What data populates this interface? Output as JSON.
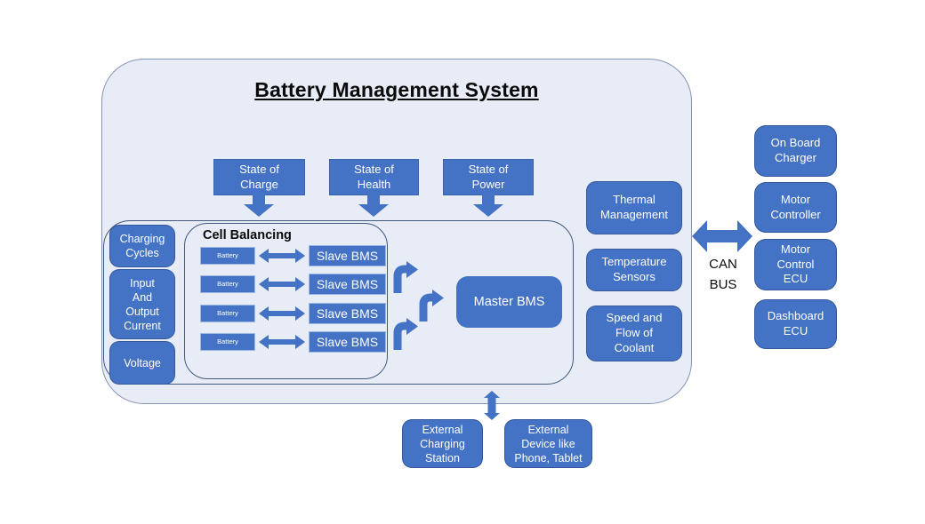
{
  "title": "Battery Management System",
  "colors": {
    "node_fill": "#4472C4",
    "node_text": "#FFFFFF",
    "panel_fill": "#E7ECF6",
    "panel_border": "#8493B5",
    "inner_border": "#44597E",
    "arrow": "#4472C4",
    "text_dark": "#0B0B0B"
  },
  "top_inputs": [
    {
      "label": "State of\nCharge"
    },
    {
      "label": "State of\nHealth"
    },
    {
      "label": "State of\nPower"
    }
  ],
  "left_inputs": [
    {
      "label": "Charging\nCycles"
    },
    {
      "label": "Input\nAnd\nOutput\nCurrent"
    },
    {
      "label": "Voltage"
    }
  ],
  "cell_balancing": {
    "title": "Cell Balancing",
    "rows": [
      {
        "battery": "Battery",
        "slave": "Slave BMS"
      },
      {
        "battery": "Battery",
        "slave": "Slave BMS"
      },
      {
        "battery": "Battery",
        "slave": "Slave BMS"
      },
      {
        "battery": "Battery",
        "slave": "Slave BMS"
      }
    ]
  },
  "master": {
    "label": "Master BMS"
  },
  "right_modules": [
    {
      "label": "Thermal\nManagement"
    },
    {
      "label": "Temperature\nSensors"
    },
    {
      "label": "Speed and\nFlow of\nCoolant"
    }
  ],
  "bus": {
    "label": "CAN\nBUS"
  },
  "external_nodes": [
    {
      "label": "On Board\nCharger"
    },
    {
      "label": "Motor\nController"
    },
    {
      "label": "Motor\nControl\nECU"
    },
    {
      "label": "Dashboard\nECU"
    }
  ],
  "bottom_nodes": [
    {
      "label": "External\nCharging\nStation"
    },
    {
      "label": "External\nDevice like\nPhone, Tablet"
    }
  ]
}
